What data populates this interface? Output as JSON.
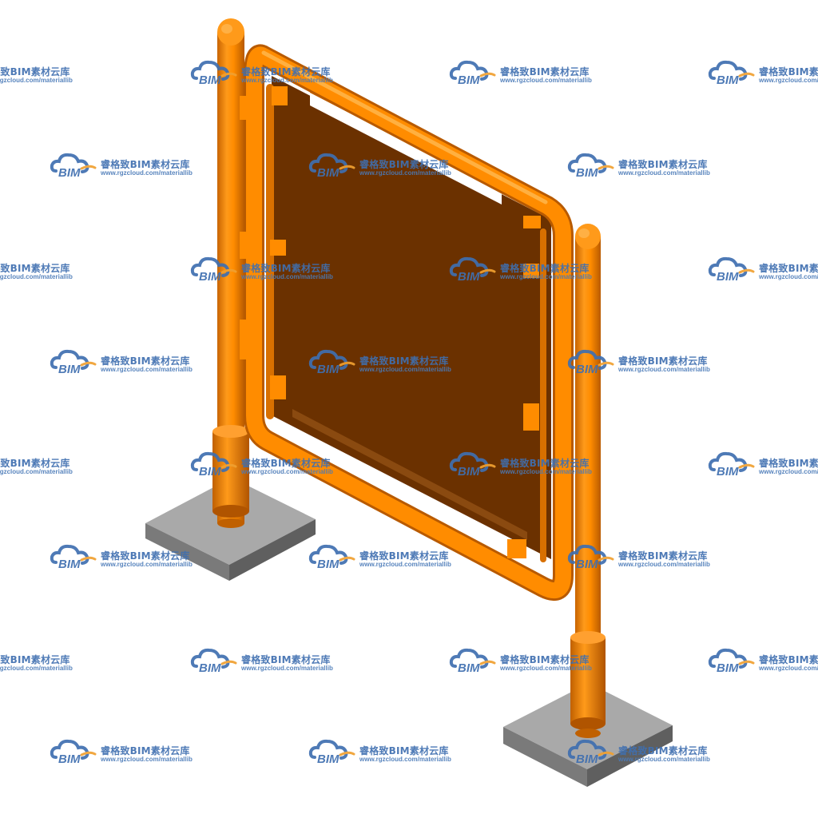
{
  "watermark": {
    "brand": "睿格致BIM素材云库",
    "url": "www.rgzcloud.com/materiallib",
    "logo_text": "BIM",
    "logo_icon": "cloud-icon"
  },
  "model": {
    "subject": "gate-frame-with-panel",
    "colors": {
      "frame": "#ff8c00",
      "frame_dark": "#c86400",
      "frame_light": "#ffb040",
      "panel": "#6b3100",
      "base_top": "#a8a8a8",
      "base_side": "#6e6e6e",
      "base_front": "#8a8a8a",
      "watermark_blue": "#3f6fb0",
      "watermark_orange": "#f0a030"
    }
  }
}
